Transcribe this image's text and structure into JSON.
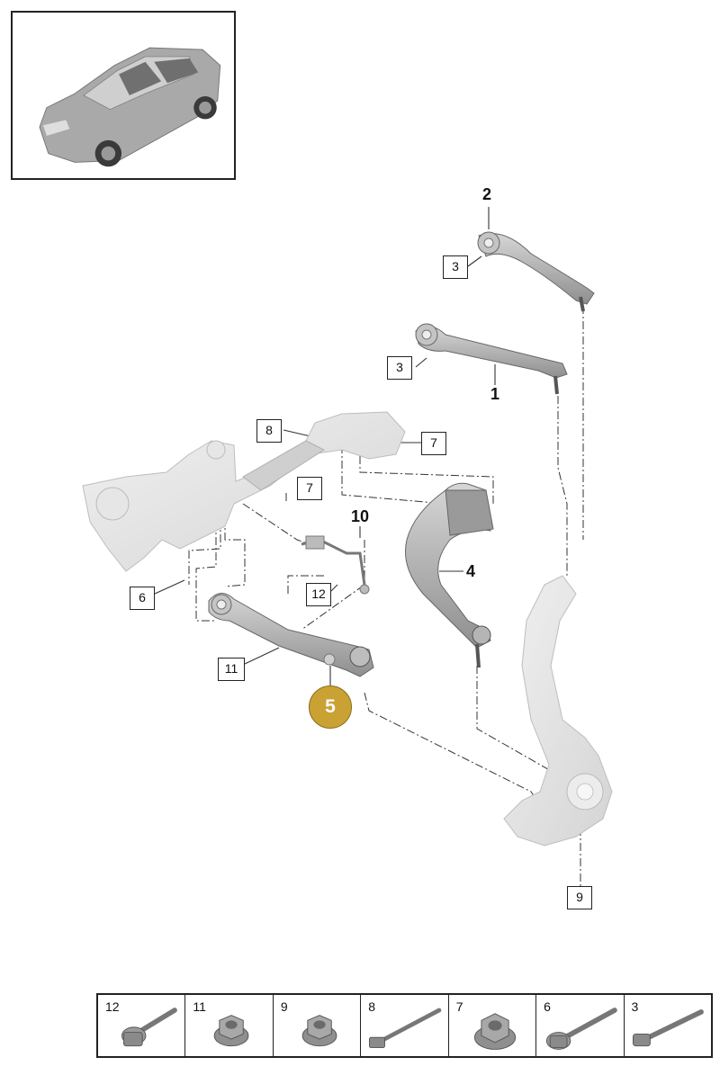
{
  "callouts": {
    "c3a": "3",
    "c3b": "3",
    "c8": "8",
    "c7a": "7",
    "c7b": "7",
    "c6": "6",
    "c12": "12",
    "c11": "11",
    "c9": "9"
  },
  "labels": {
    "l2": "2",
    "l1": "1",
    "l10": "10",
    "l4": "4"
  },
  "highlight": {
    "number": "5",
    "color": "#c9a233"
  },
  "legend": {
    "items": [
      {
        "num": "12",
        "icon": "flange-bolt-icon"
      },
      {
        "num": "11",
        "icon": "flange-nut-icon"
      },
      {
        "num": "9",
        "icon": "flange-nut-icon"
      },
      {
        "num": "8",
        "icon": "long-bolt-icon"
      },
      {
        "num": "7",
        "icon": "flange-nut-icon"
      },
      {
        "num": "6",
        "icon": "flange-bolt-icon"
      },
      {
        "num": "3",
        "icon": "bolt-icon"
      }
    ]
  }
}
